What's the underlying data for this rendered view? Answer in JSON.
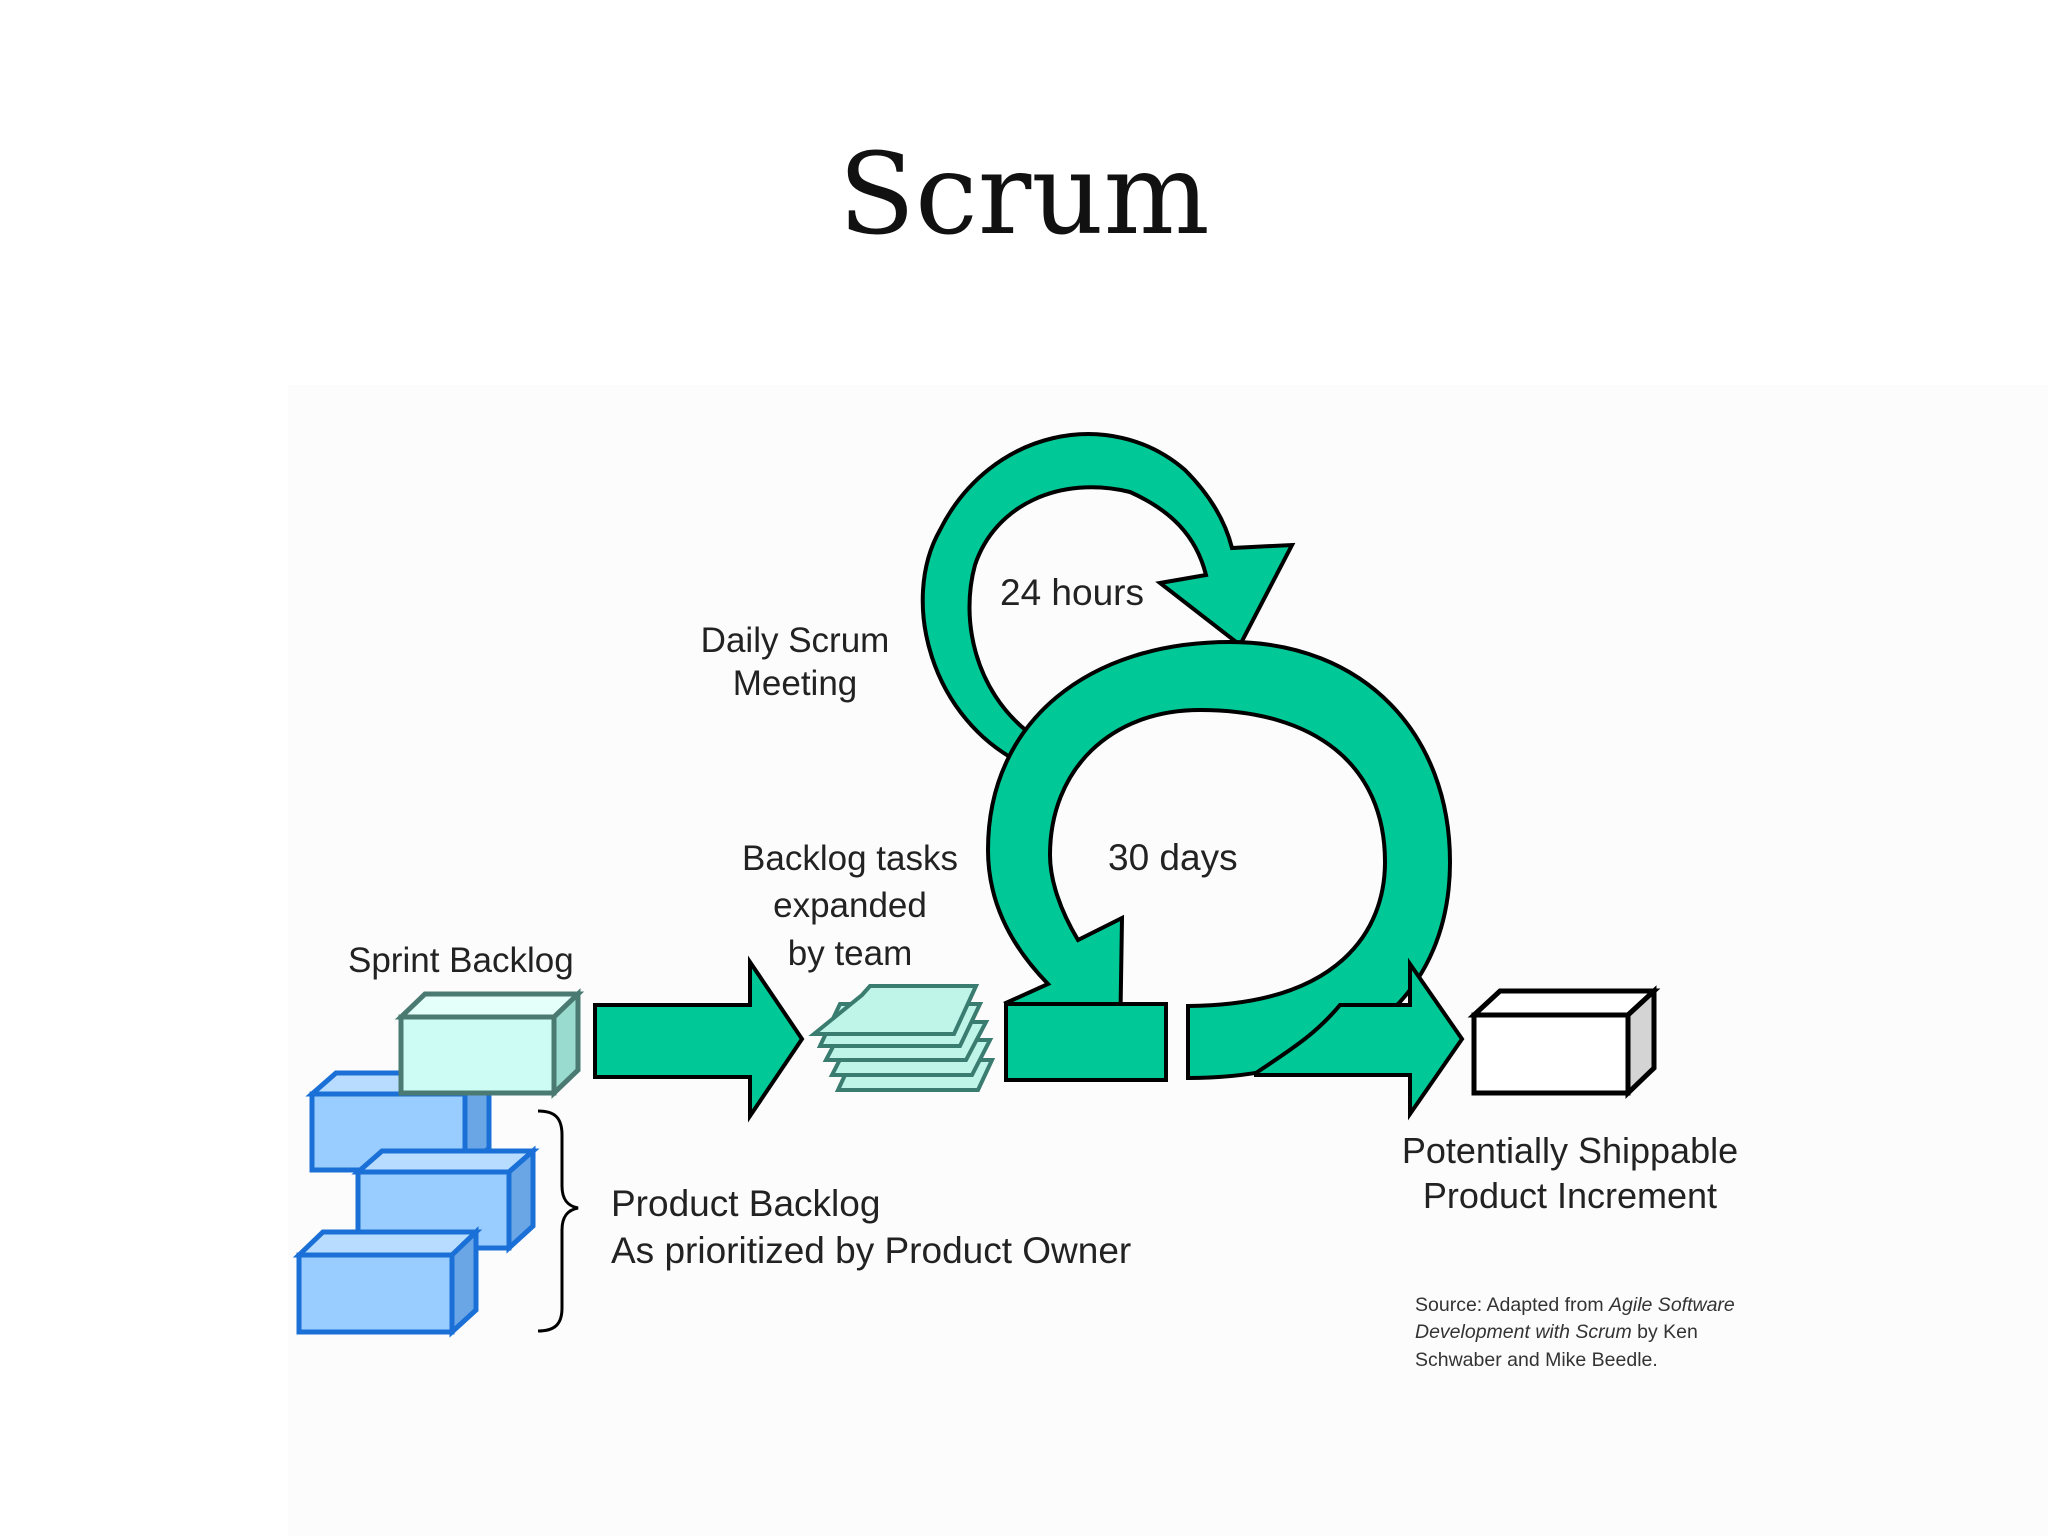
{
  "slide": {
    "title": "Scrum"
  },
  "diagram": {
    "labels": {
      "daily_scrum": [
        "Daily Scrum",
        "Meeting"
      ],
      "hours": "24 hours",
      "days": "30 days",
      "backlog_tasks": [
        "Backlog tasks",
        "expanded",
        "by team"
      ],
      "sprint_backlog": "Sprint Backlog",
      "product_backlog": [
        "Product Backlog",
        "As prioritized by Product Owner"
      ],
      "increment": [
        "Potentially Shippable",
        "Product Increment"
      ]
    },
    "source": {
      "prefix": "Source: Adapted from ",
      "book_title_1": "Agile Software",
      "book_title_2": "Development with Scrum",
      "line2_suffix": " by Ken",
      "line3": "Schwaber and Mike Beedle."
    },
    "colors": {
      "green": "#00c896",
      "sprint_box": "#ccfcf4",
      "sprint_box_side": "#99dccf",
      "sprint_border": "#4a7a72",
      "product_box": "#99ccff",
      "product_box_side": "#6aa6e6",
      "product_border": "#1a70d6",
      "task_fill": "#bff4e8",
      "task_border": "#3a7c70",
      "increment_fill": "#ffffff",
      "increment_side": "#d4d4d4"
    }
  }
}
